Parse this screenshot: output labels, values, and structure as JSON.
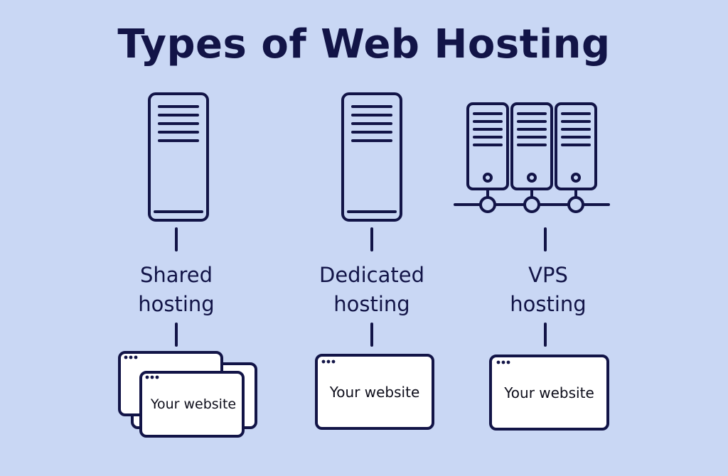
{
  "title": "Types of Web Hosting",
  "colors": {
    "background": "#c9d7f4",
    "ink": "#121447",
    "panel": "#ffffff"
  },
  "columns": [
    {
      "label_line1": "Shared",
      "label_line2": "hosting",
      "server_icon": "single-server-icon",
      "websites": [
        "Your website"
      ]
    },
    {
      "label_line1": "Dedicated",
      "label_line2": "hosting",
      "server_icon": "single-server-icon",
      "websites": [
        "Your website"
      ]
    },
    {
      "label_line1": "VPS",
      "label_line2": "hosting",
      "server_icon": "server-rack-network-icon",
      "websites": [
        "Your website"
      ]
    }
  ]
}
